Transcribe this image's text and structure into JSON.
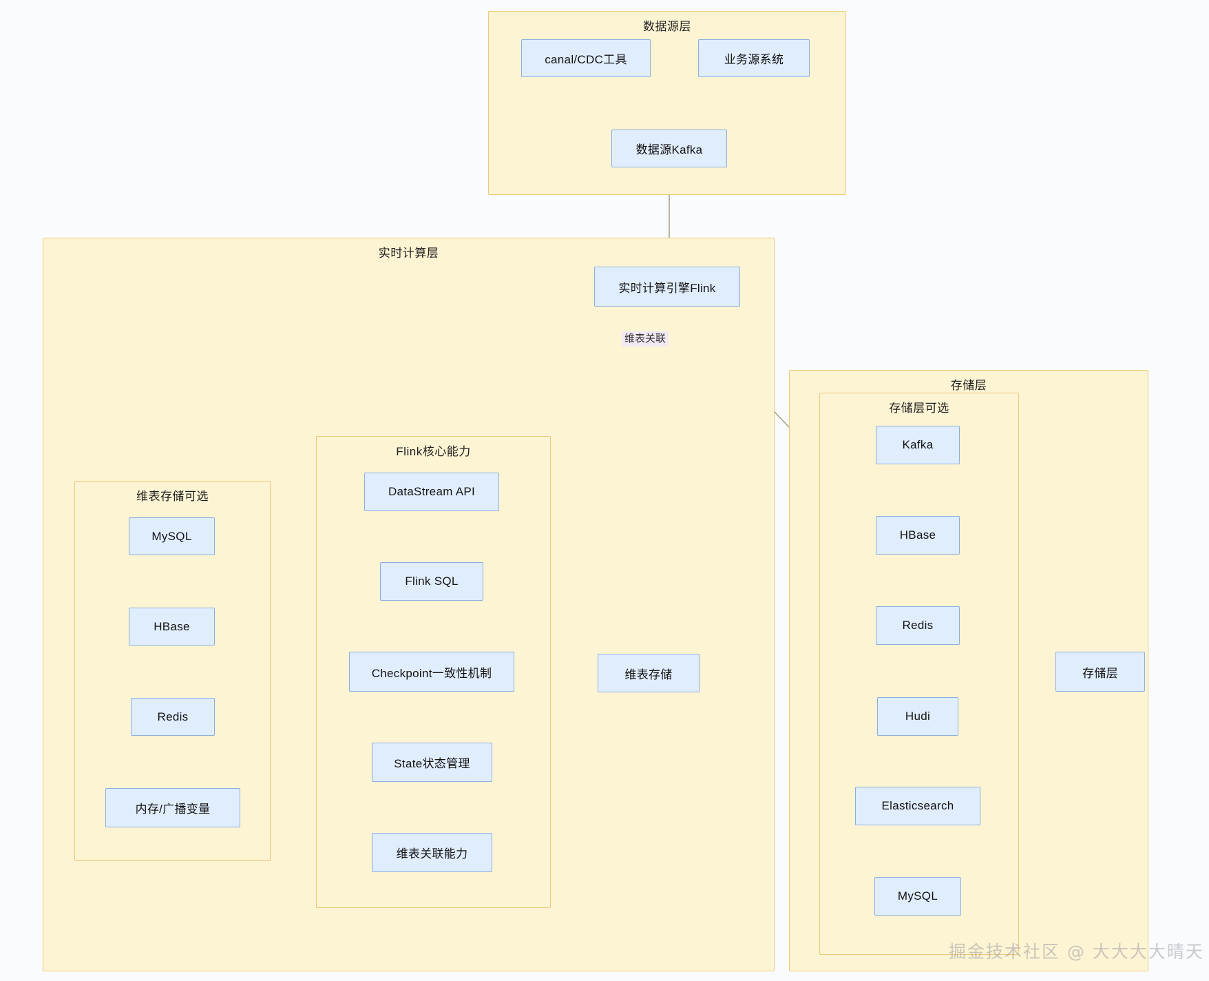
{
  "diagram": {
    "title_visible": false,
    "colors": {
      "cluster_fill": "#fdf4d4",
      "cluster_stroke": "#eec97b",
      "node_fill": "#e0edfd",
      "node_stroke": "#8aaede",
      "edge_stroke": "#99937a",
      "edge_label_fill": "#f2e9f5",
      "canvas_bg": "#fafbfd"
    }
  },
  "clusters": {
    "source_layer": {
      "title": "数据源层"
    },
    "compute_layer": {
      "title": "实时计算层"
    },
    "dim_storage_options": {
      "title": "维表存储可选"
    },
    "flink_core": {
      "title": "Flink核心能力"
    },
    "storage_layer": {
      "title": "存储层"
    },
    "storage_options": {
      "title": "存储层可选"
    }
  },
  "nodes": {
    "canal_cdc": "canal/CDC工具",
    "biz_source": "业务源系统",
    "source_kafka": "数据源Kafka",
    "flink_engine": "实时计算引擎Flink",
    "dim_storage": "维表存储",
    "storage_target": "存储层",
    "dim_mysql": "MySQL",
    "dim_hbase": "HBase",
    "dim_redis": "Redis",
    "dim_memory": "内存/广播变量",
    "flink_datastream": "DataStream API",
    "flink_sql": "Flink SQL",
    "flink_checkpoint": "Checkpoint一致性机制",
    "flink_state": "State状态管理",
    "flink_dimjoin": "维表关联能力",
    "st_kafka": "Kafka",
    "st_hbase": "HBase",
    "st_redis": "Redis",
    "st_hudi": "Hudi",
    "st_es": "Elasticsearch",
    "st_mysql": "MySQL"
  },
  "edge_labels": {
    "dim_join": "维表关联"
  },
  "watermark": {
    "text": "掘金技术社区 @ 大大大大晴天"
  }
}
